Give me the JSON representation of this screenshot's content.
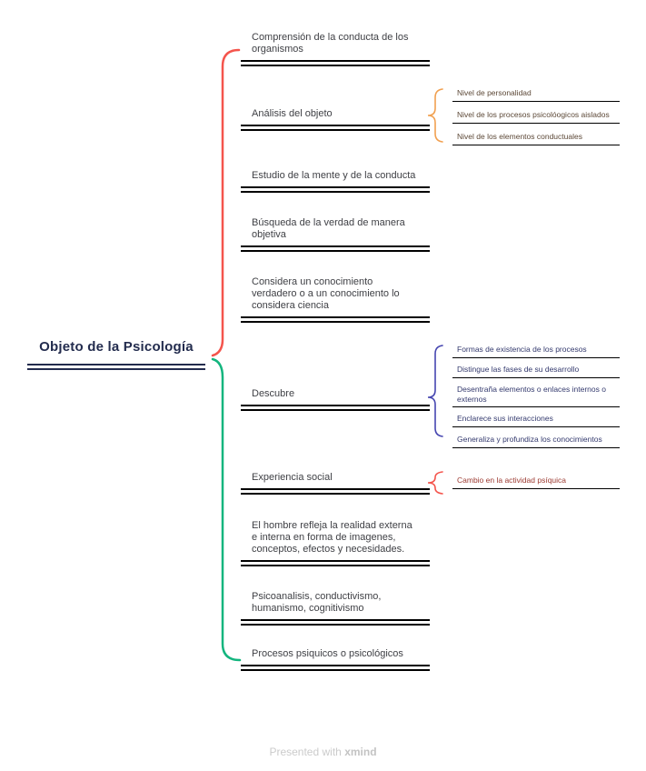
{
  "app": {
    "watermark_prefix": "Presented with",
    "watermark_brand": "xmind"
  },
  "palette": {
    "red": "#f4544c",
    "orange": "#f0923f",
    "orange_light": "#f1a050",
    "yellow": "#f5d24b",
    "green": "#13b57e",
    "periwinkle_blue": "#7a88f2",
    "indigo": "#4646b0",
    "navy": "#232c4e"
  },
  "root": {
    "label": "Objeto de la Psicología"
  },
  "branches": [
    {
      "label": "Comprensión de la conducta de los\norganismos",
      "color": "#f4544c",
      "children": []
    },
    {
      "label": "Análisis del objeto",
      "color": "#f0923f",
      "children": [
        {
          "label": "Nivel de personalidad"
        },
        {
          "label": "Nivel de los procesos psicolóogicos aislados"
        },
        {
          "label": "Nivel de los elementos conductuales"
        }
      ]
    },
    {
      "label": "Estudio de la mente y de la conducta",
      "color": "#f5d24b",
      "children": []
    },
    {
      "label": "Búsqueda de la verdad de manera\nobjetiva",
      "color": "#13b57e",
      "children": []
    },
    {
      "label": "Considera un conocimiento\nverdadero o a un conocimiento lo\nconsidera ciencia",
      "color": "#7a88f2",
      "children": []
    },
    {
      "label": "Descubre",
      "color": "#4646b0",
      "children": [
        {
          "label": "Formas de existencia de los procesos"
        },
        {
          "label": "Distingue las fases de su desarrollo"
        },
        {
          "label": "Desentraña elementos o enlaces internos o\nexternos"
        },
        {
          "label": "Enclarece sus interacciones"
        },
        {
          "label": "Generaliza y profundiza los conocimientos"
        }
      ]
    },
    {
      "label": "Experiencia social",
      "color": "#f4544c",
      "children": [
        {
          "label": "Cambio en la actividad psíquica"
        }
      ]
    },
    {
      "label": "El hombre refleja la realidad externa\ne interna en forma de imagenes,\nconceptos, efectos y necesidades.",
      "color": "#f0923f",
      "children": []
    },
    {
      "label": "Psicoanalisis, conductivismo,\nhumanismo, cognitivismo",
      "color": "#f5d24b",
      "children": []
    },
    {
      "label": "Procesos psiquicos o psicológicos",
      "color": "#13b57e",
      "children": []
    }
  ]
}
